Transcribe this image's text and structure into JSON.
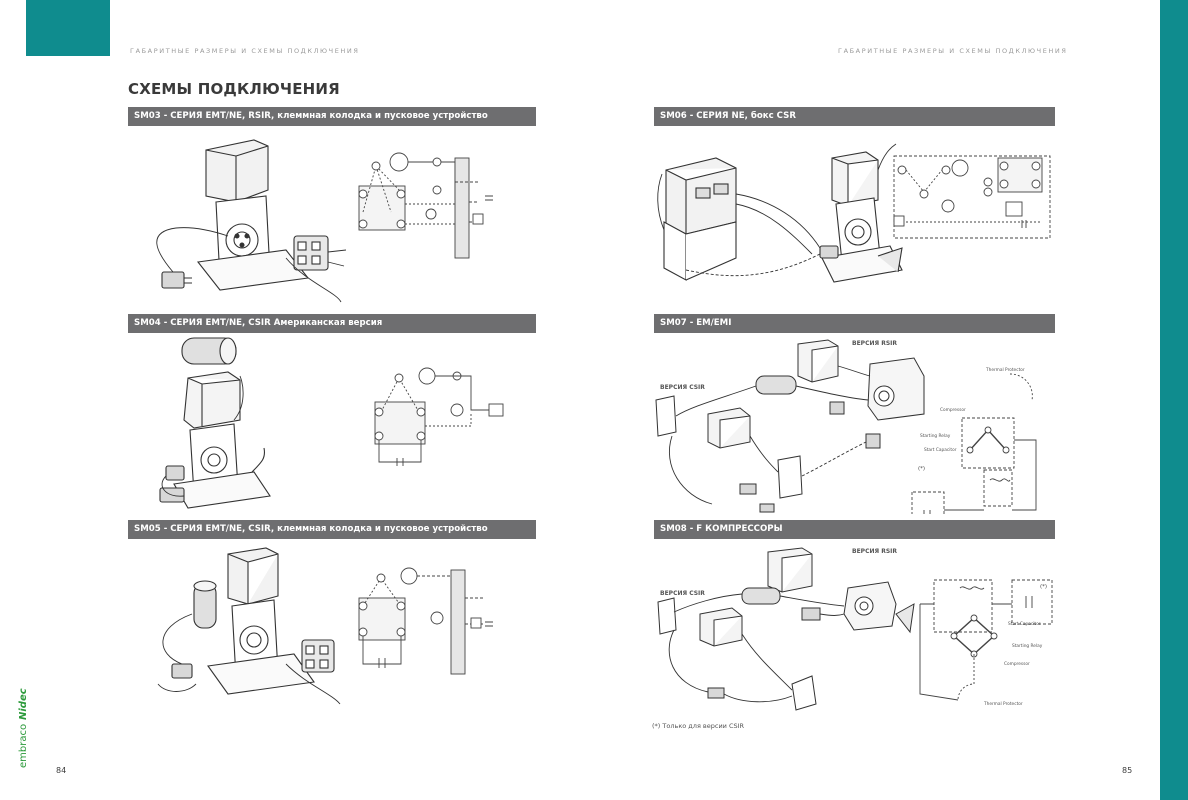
{
  "header": {
    "left_running_title": "ГАБАРИТНЫЕ РАЗМЕРЫ И СХЕМЫ ПОДКЛЮЧЕНИЯ",
    "right_running_title": "ГАБАРИТНЫЕ РАЗМЕРЫ И СХЕМЫ ПОДКЛЮЧЕНИЯ"
  },
  "page_title": "СХЕМЫ ПОДКЛЮЧЕНИЯ",
  "sections": {
    "sm03": "SM03 - СЕРИЯ EMT/NE, RSIR, клеммная колодка и пусковое устройство",
    "sm04": "SM04 - СЕРИЯ EMT/NE, CSIR Американская версия",
    "sm05": "SM05 - СЕРИЯ EMT/NE, CSIR, клеммная колодка и пусковое устройство",
    "sm06": "SM06 - СЕРИЯ NE, бокс CSR",
    "sm07": "SM07 - EM/EMI",
    "sm08": "SM08 - F КОМПРЕССОРЫ"
  },
  "illustration_labels": {
    "sm07_rsir": "ВЕРСИЯ RSIR",
    "sm07_csir": "ВЕРСИЯ CSIR",
    "sm08_rsir": "ВЕРСИЯ RSIR",
    "sm08_csir": "ВЕРСИЯ CSIR"
  },
  "sm07_diagram": {
    "thermal_protector": "Thermal Protector",
    "compressor": "Compressor",
    "starting_relay": "Starting Relay",
    "start_capacitor": "Start Capacitor",
    "asterisk": "(*)"
  },
  "sm08_diagram": {
    "start_capacitor": "Start Capacitor",
    "starting_relay": "Starting Relay",
    "compressor": "Compressor",
    "thermal_protector": "Thermal Protector",
    "asterisk": "(*)"
  },
  "footnote": "(*) Только для версии CSIR",
  "brand": {
    "name": "embraco",
    "nidec": "Nidec"
  },
  "page_numbers": {
    "left": "84",
    "right": "85"
  },
  "colors": {
    "teal": "#0f8c8e",
    "section_bar": "#6e6e70",
    "brand_green": "#2c9a3b"
  }
}
